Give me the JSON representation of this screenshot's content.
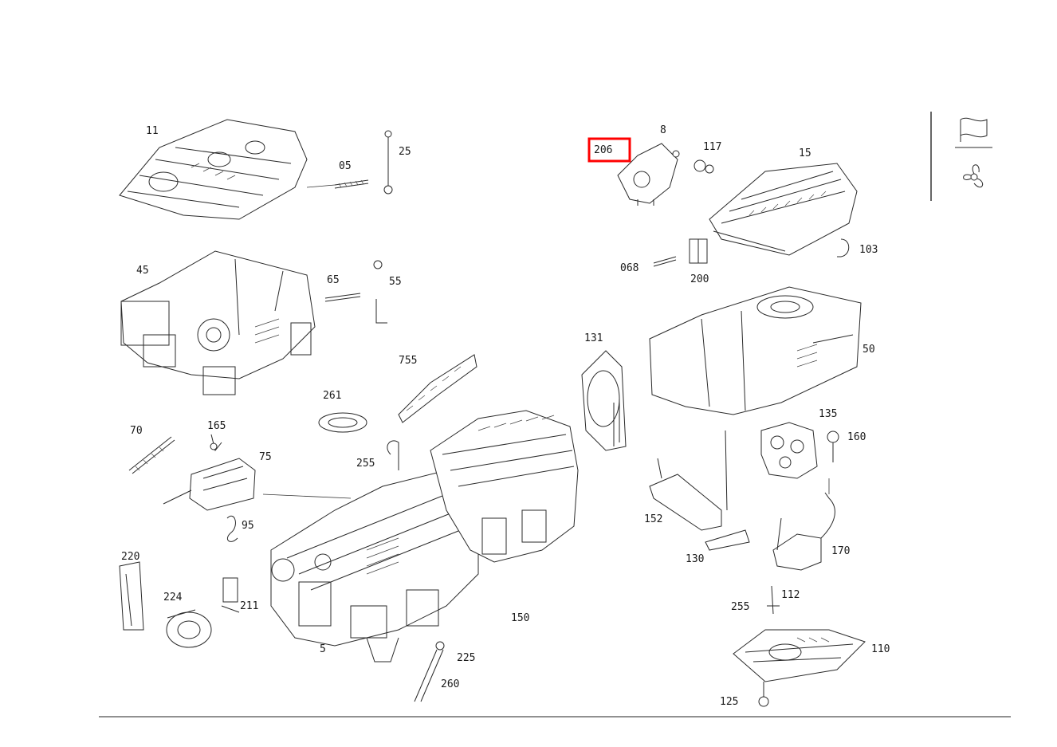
{
  "diagram": {
    "callouts": [
      "11",
      "25",
      "05",
      "206",
      "8",
      "117",
      "15",
      "103",
      "068",
      "200",
      "45",
      "65",
      "55",
      "755",
      "131",
      "50",
      "261",
      "135",
      "160",
      "70",
      "165",
      "75",
      "255",
      "95",
      "152",
      "130",
      "170",
      "220",
      "224",
      "211",
      "150",
      "5",
      "225",
      "260",
      "110",
      "255",
      "125",
      "112"
    ],
    "selected_callout": "206",
    "highlight_color": "#ff0000",
    "sidebar_icons": [
      "flag-icon",
      "fan-icon"
    ]
  }
}
